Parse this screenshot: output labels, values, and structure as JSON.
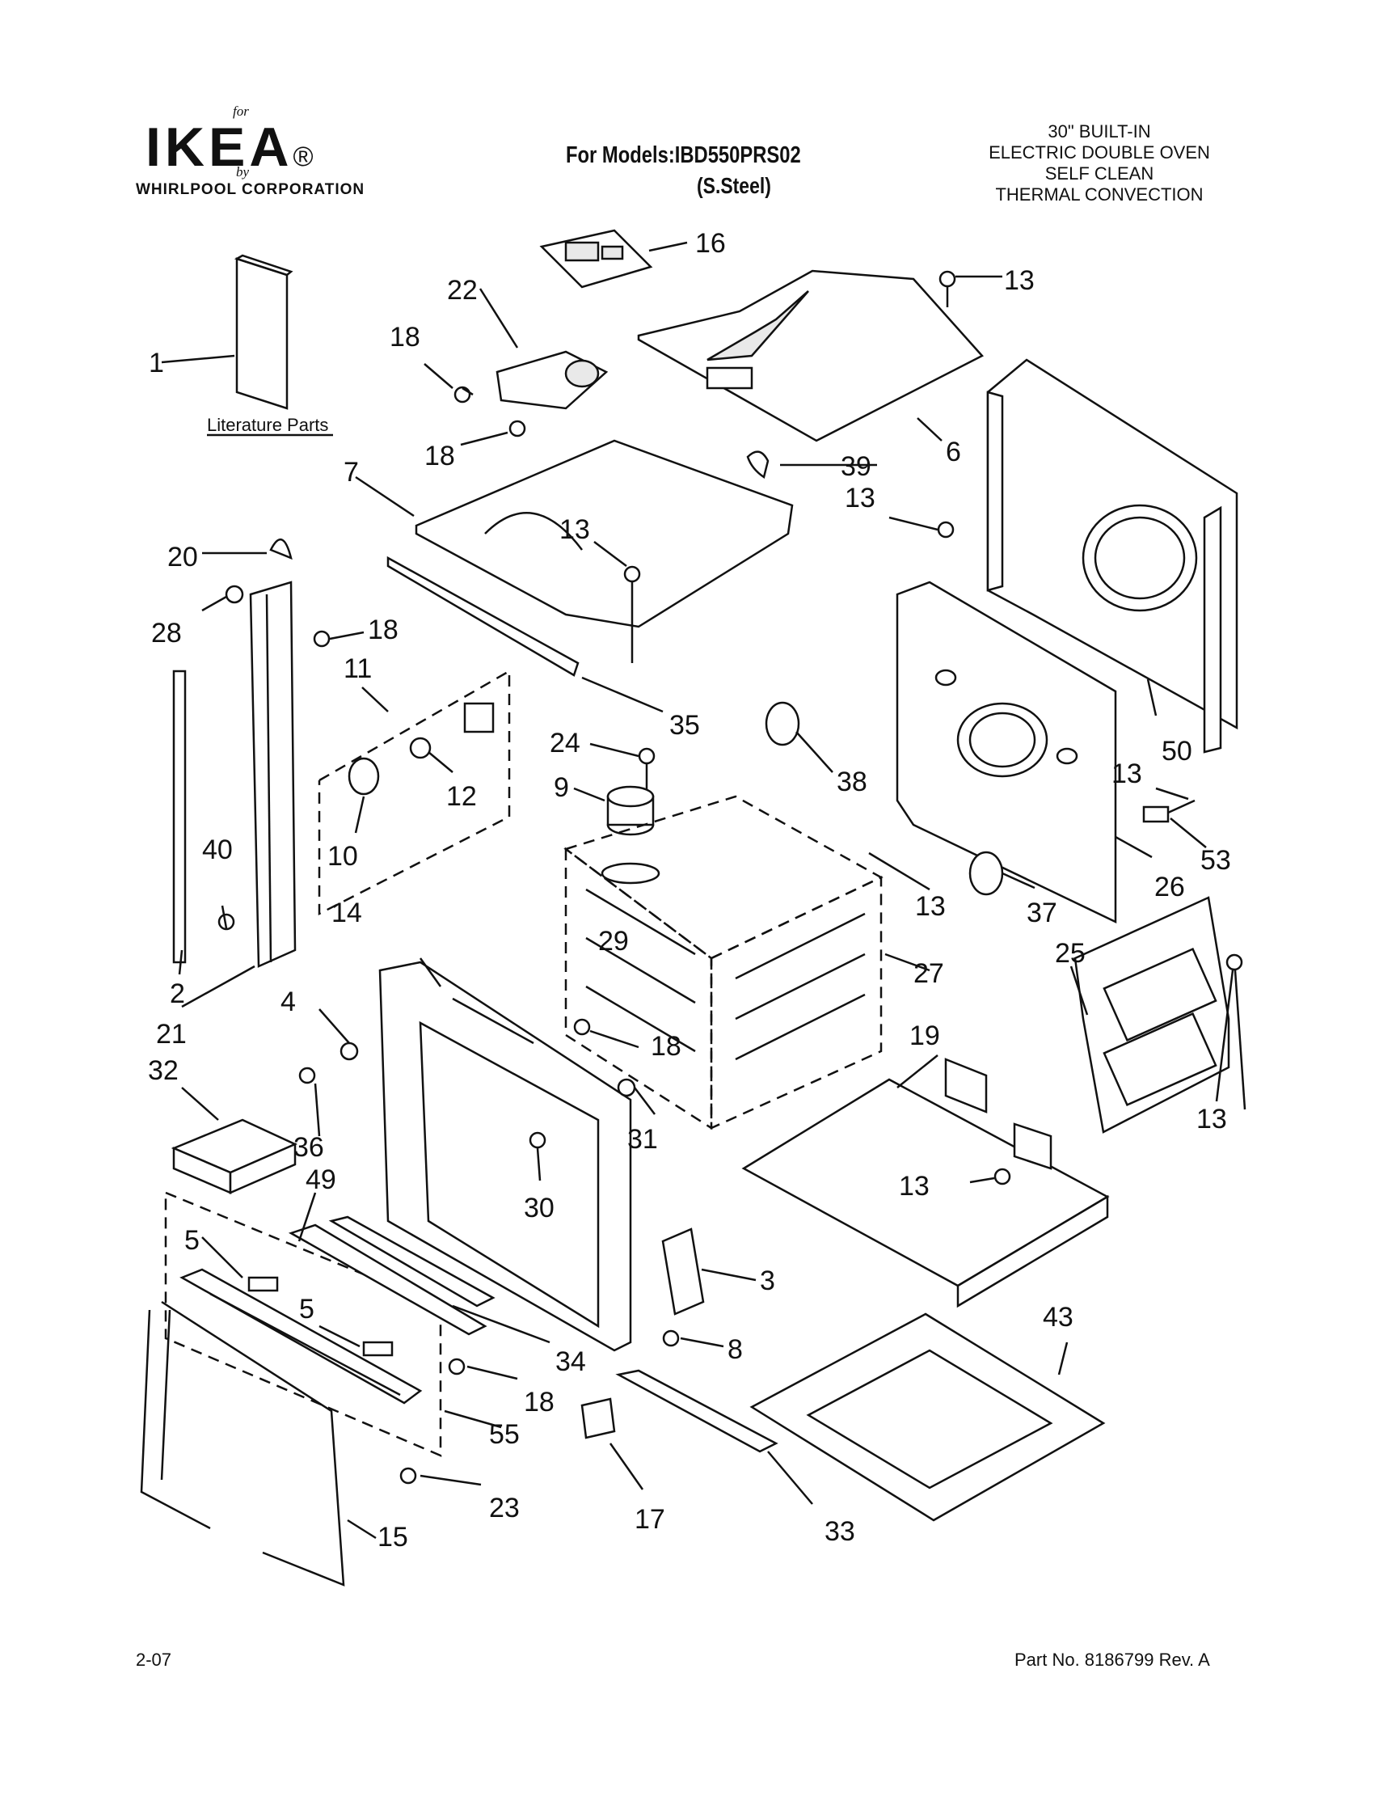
{
  "header": {
    "brand_for": "for",
    "brand_logo": "IKEA",
    "brand_reg": "®",
    "brand_by": "by",
    "brand_corp": "WHIRLPOOL CORPORATION",
    "models_label": "For Models:IBD550PRS02",
    "models_variant": "(S.Steel)",
    "spec_lines": [
      "30\" BUILT-IN",
      "ELECTRIC DOUBLE OVEN",
      "SELF CLEAN",
      "THERMAL CONVECTION"
    ]
  },
  "diagram": {
    "literature_label": "Literature Parts",
    "part_numbers": [
      "1",
      "2",
      "3",
      "4",
      "5",
      "5",
      "6",
      "7",
      "8",
      "9",
      "10",
      "11",
      "12",
      "13",
      "13",
      "13",
      "13",
      "13",
      "13",
      "13",
      "14",
      "15",
      "16",
      "17",
      "18",
      "18",
      "18",
      "18",
      "18",
      "19",
      "20",
      "21",
      "22",
      "23",
      "24",
      "25",
      "26",
      "27",
      "28",
      "29",
      "30",
      "31",
      "32",
      "33",
      "34",
      "35",
      "36",
      "37",
      "38",
      "39",
      "40",
      "43",
      "49",
      "50",
      "53",
      "55"
    ]
  },
  "footer": {
    "date_code": "2-07",
    "part_no": "Part No. 8186799 Rev. A"
  }
}
